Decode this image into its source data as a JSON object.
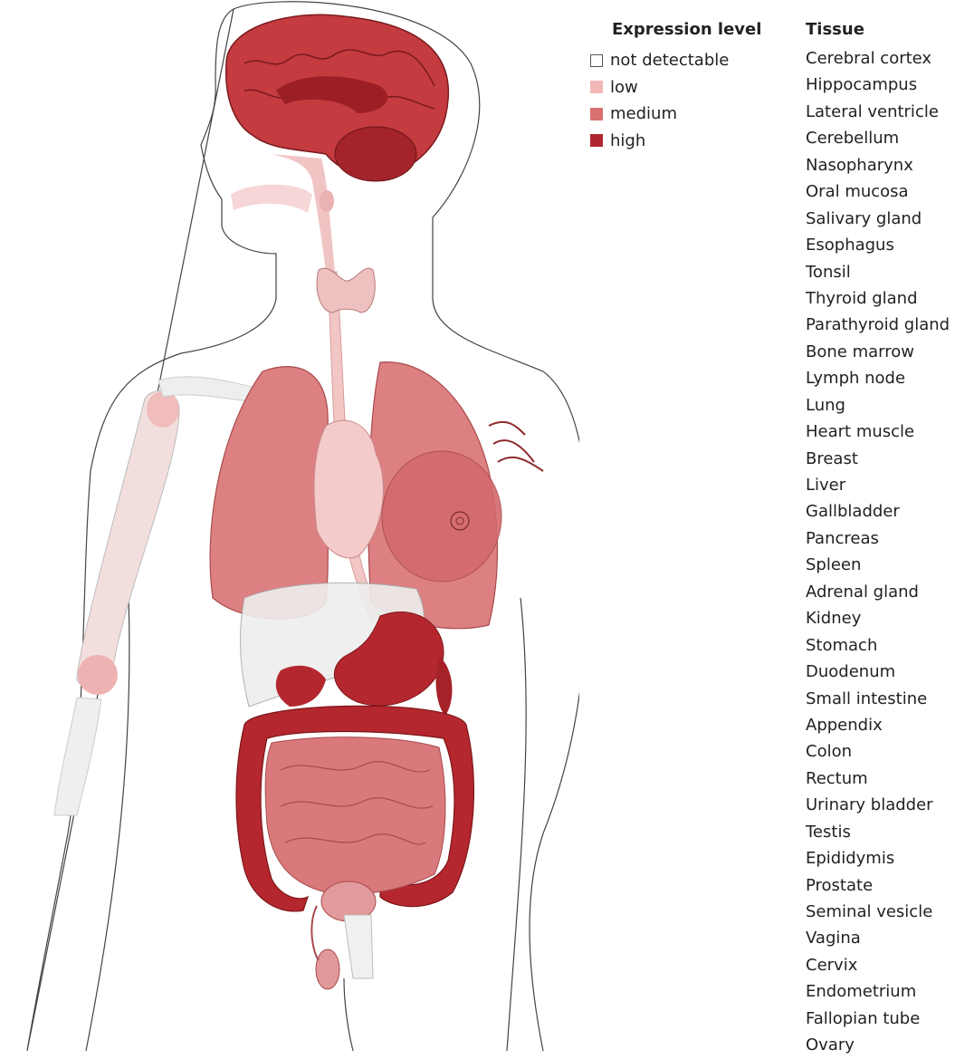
{
  "legend": {
    "title": "Expression level",
    "levels": [
      {
        "label": "not detectable",
        "color": "#ffffff"
      },
      {
        "label": "low",
        "color": "#f2b8b8"
      },
      {
        "label": "medium",
        "color": "#d97070"
      },
      {
        "label": "high",
        "color": "#b0262e"
      }
    ]
  },
  "tissues": {
    "title": "Tissue",
    "items": [
      "Cerebral cortex",
      "Hippocampus",
      "Lateral ventricle",
      "Cerebellum",
      "Nasopharynx",
      "Oral mucosa",
      "Salivary gland",
      "Esophagus",
      "Tonsil",
      "Thyroid gland",
      "Parathyroid gland",
      "Bone marrow",
      "Lymph node",
      "Lung",
      "Heart muscle",
      "Breast",
      "Liver",
      "Gallbladder",
      "Pancreas",
      "Spleen",
      "Adrenal gland",
      "Kidney",
      "Stomach",
      "Duodenum",
      "Small intestine",
      "Appendix",
      "Colon",
      "Rectum",
      "Urinary bladder",
      "Testis",
      "Epididymis",
      "Prostate",
      "Seminal vesicle",
      "Vagina",
      "Cervix",
      "Endometrium",
      "Fallopian tube",
      "Ovary"
    ]
  },
  "colors": {
    "outline": "#333333",
    "none": "#f1f1f1",
    "low": "#f3c4c4",
    "medium": "#d9787a",
    "high": "#b02a30",
    "highDark": "#8e1c22"
  }
}
